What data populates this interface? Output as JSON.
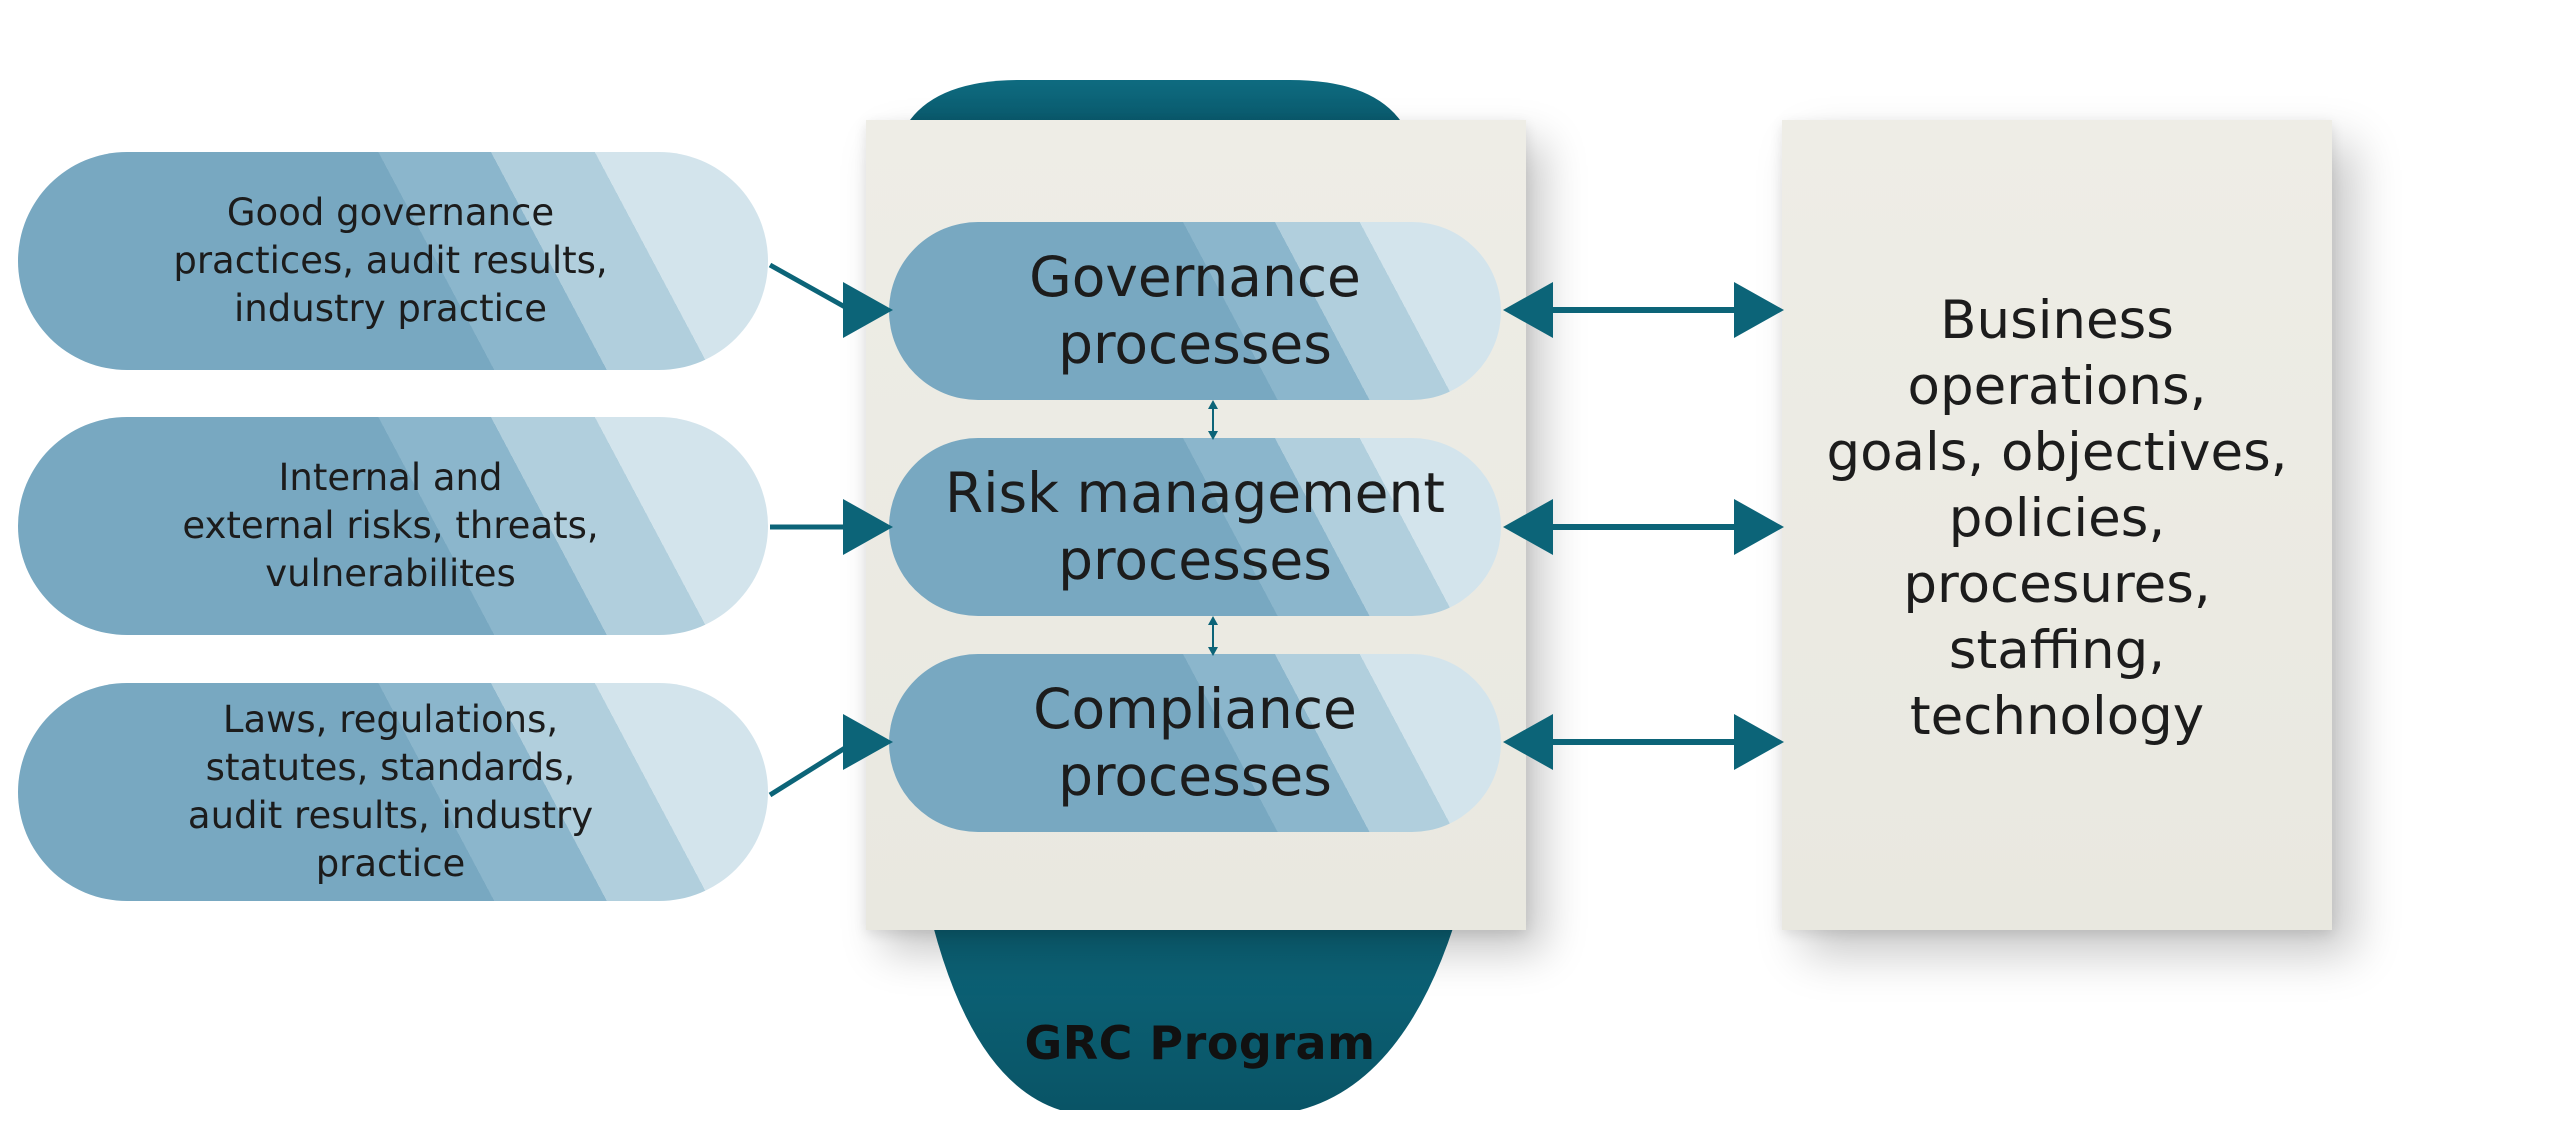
{
  "inputs": {
    "governance": "Good governance\npractices, audit results,\nindustry practice",
    "risk": "Internal and\nexternal risks, threats,\nvulnerabilites",
    "compliance": "Laws, regulations,\nstatutes, standards,\naudit results, industry\npractice"
  },
  "processes": {
    "governance": "Governance\nprocesses",
    "risk": "Risk management\nprocesses",
    "compliance": "Compliance\nprocesses"
  },
  "program_label": "GRC Program",
  "business": "Business\noperations,\ngoals, objectives,\npolicies,\nprocesures,\nstaffing,\ntechnology",
  "colors": {
    "dark_teal": "#0c6478",
    "pill_blue": "#78a8c1",
    "panel_bg": "#eceae2"
  }
}
